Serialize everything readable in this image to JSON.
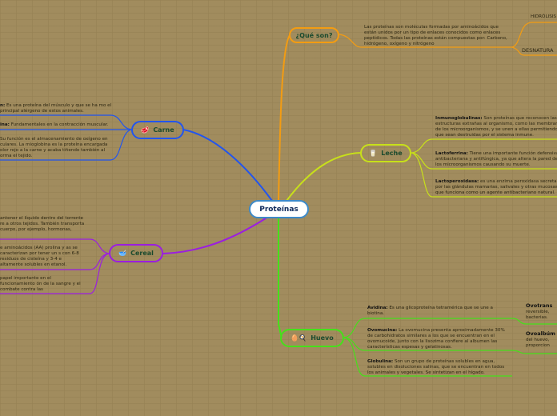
{
  "central": {
    "label": "Proteínas"
  },
  "colors": {
    "que_son": "#f39c12",
    "leche": "#c8e01a",
    "huevo": "#45e01a",
    "carne": "#2255ee",
    "cereal": "#9b1ee0",
    "central_border": "#3d8ac9",
    "background": "#a18c5e"
  },
  "que_son": {
    "label": "¿Qué son?",
    "text": "Las proteínas son moléculas formadas por aminoácidos que están unidos por un tipo de enlaces conocidos como enlaces peptídicos. Todas las proteínas están compuestas por: Carbono, hidrógeno, oxígeno y nitrógeno",
    "children": [
      "HIDRÓLISIS",
      "DESNATURA"
    ]
  },
  "leche": {
    "label": "Leche",
    "icon": "milk-glass-icon",
    "items": [
      {
        "title": "Inmunoglobulinas:",
        "text": " Son proteínas que reconocen las estructuras extrañas al organismo, como las membranas de los microorganismos, y se unen a ellas permitiendo que sean destruidas por el sistema inmune."
      },
      {
        "title": "Lactoferrina:",
        "text": " Tiene una importante función defensiva antibacteriana y antifúngica, ya que altera la pared de los microorganismos causando su muerte."
      },
      {
        "title": "Lactoperoxidasa:",
        "text": " es una enzima peroxidasa secretada por las glándulas mamarias, salivales y otras mucosas que funciona como un agente antibacteriano natural."
      }
    ]
  },
  "huevo": {
    "label": "Huevo",
    "icon": "egg-icon",
    "items": [
      {
        "title": "Avidina:",
        "text": " Es una glicoproteína tetramérica que se une a biotina."
      },
      {
        "title": "Ovomucina:",
        "text": " La ovomucina presenta aproximadamente 30% de carbohidratos similares a los que se encuentran en el ovomucoide, junto con la lisozima confiere al albumen las características espesas y gelatinosas."
      },
      {
        "title": "Globulina:",
        "text": " Son un grupo de proteínas solubles en agua, solubles en disoluciones salinas, que se encuentran en todos los animales y vegetales. Se sintetizan en el hígado."
      }
    ],
    "right_items": [
      {
        "title": "Ovotrans",
        "text": "reversible, bacterias."
      },
      {
        "title": "Ovoalbúm",
        "text": "del huevo, proporcion"
      }
    ]
  },
  "carne": {
    "label": "Carne",
    "icon": "meat-icon",
    "items": [
      {
        "title": "n:",
        "text": " Es una proteína del músculo y que se ha mo el principal alérgeno de estos animales."
      },
      {
        "title": "ina:",
        "text": " Fundamentales en la contracción muscular."
      },
      {
        "title": "",
        "text": "Su función es el almacenamiento de oxígeno en culares. La mioglobina es la proteína encargada olor rojo a la carne y acaba tiñendo también al orma el tejido."
      }
    ]
  },
  "cereal": {
    "label": "Cereal",
    "icon": "bowl-icon",
    "items": [
      {
        "title": "",
        "text": "antener el líquido dentro del torrente re a otros tejidos. También transporta cuerpo, por ejemplo, hormonas,"
      },
      {
        "title": "",
        "text": "e aminoácidos (AA) prolina y as se caracterizan por tener un s con 6-8 residuos de cisteína y 3-4 e altamente solubles en etanol."
      },
      {
        "title": "",
        "text": "papel importante en el funcionamiento ón de la sangre y el combate contra las"
      }
    ]
  }
}
